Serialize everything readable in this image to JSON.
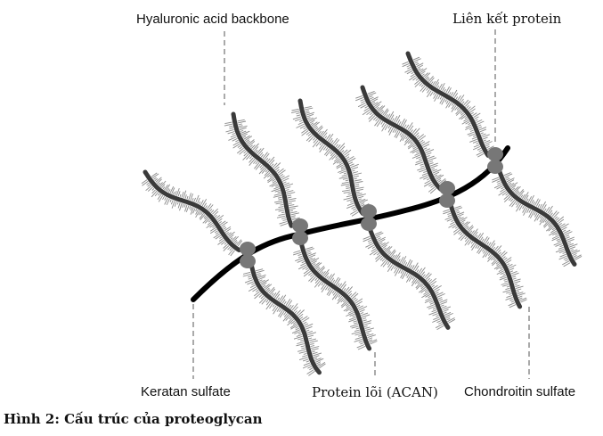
{
  "labels": {
    "hyaluronic_backbone": "Hyaluronic acid backbone",
    "link_protein": "Liên kết protein",
    "keratan_sulfate": "Keratan sulfate",
    "core_protein": "Protein lõi (ACAN)",
    "chondroitin_sulfate": "Chondroitin sulfate"
  },
  "caption": "Hình 2: Cấu trúc của proteoglycan",
  "colors": {
    "backbone": "#000000",
    "core_protein": "#3a3a3a",
    "link_protein": "#777777",
    "side_chains": "#8a8a8a",
    "leader_lines": "#555555"
  }
}
